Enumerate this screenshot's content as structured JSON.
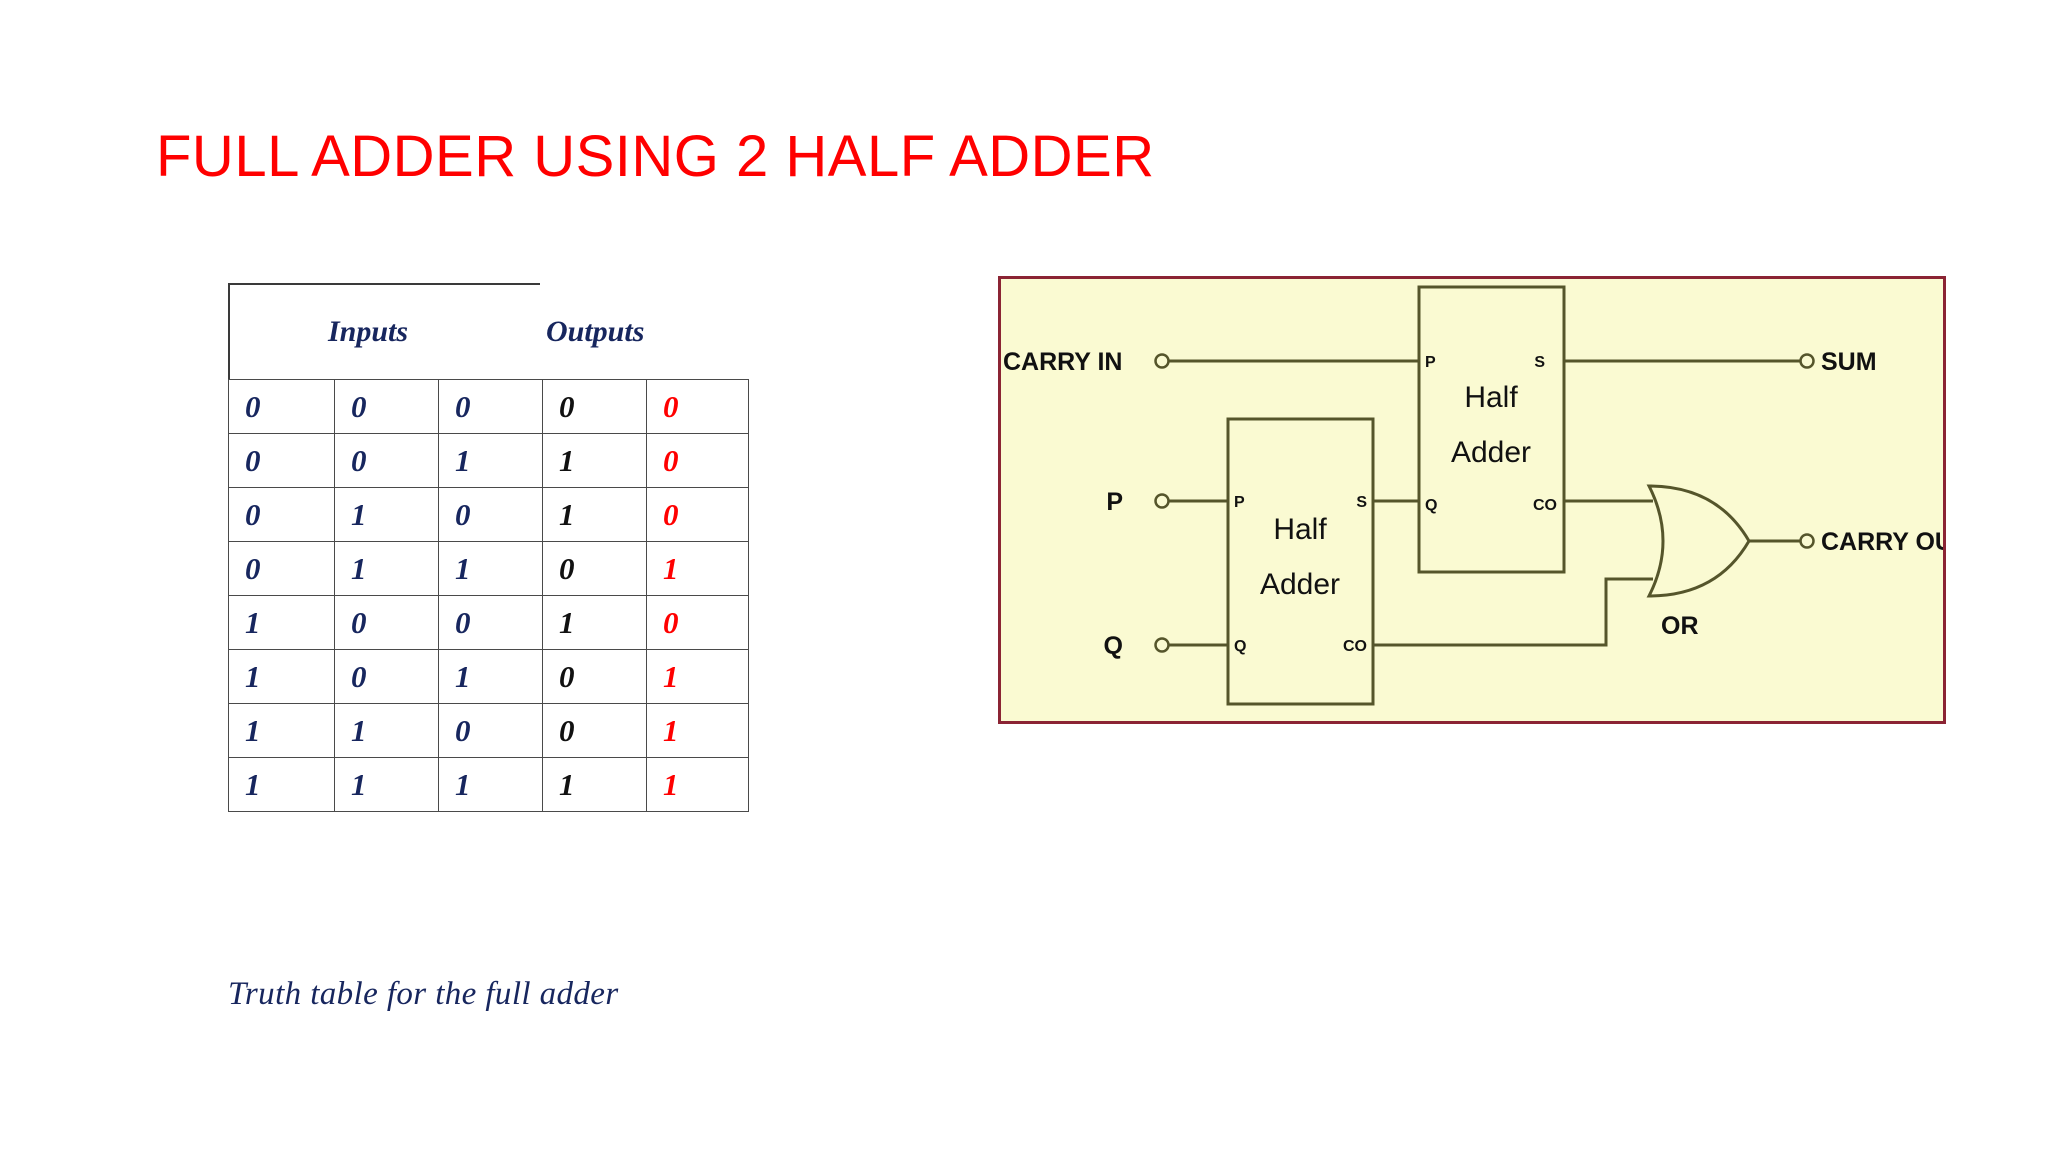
{
  "slide": {
    "title": "FULL ADDER USING 2 HALF ADDER",
    "title_color": "#FF0000",
    "background": "#FFFFFF"
  },
  "truth_table": {
    "caption": "Truth table for the full adder",
    "group_headers": [
      {
        "label": "Inputs"
      },
      {
        "label": "Outputs"
      }
    ],
    "header_color": "#17265E",
    "input_value_color": "#17265E",
    "sum_value_color": "#111111",
    "carry_value_color": "#FF0000",
    "rows": [
      {
        "c0": "0",
        "c1": "0",
        "c2": "0",
        "c3": "0",
        "c4": "0"
      },
      {
        "c0": "0",
        "c1": "0",
        "c2": "1",
        "c3": "1",
        "c4": "0"
      },
      {
        "c0": "0",
        "c1": "1",
        "c2": "0",
        "c3": "1",
        "c4": "0"
      },
      {
        "c0": "0",
        "c1": "1",
        "c2": "1",
        "c3": "0",
        "c4": "1"
      },
      {
        "c0": "1",
        "c1": "0",
        "c2": "0",
        "c3": "1",
        "c4": "0"
      },
      {
        "c0": "1",
        "c1": "0",
        "c2": "1",
        "c3": "0",
        "c4": "1"
      },
      {
        "c0": "1",
        "c1": "1",
        "c2": "0",
        "c3": "0",
        "c4": "1"
      },
      {
        "c0": "1",
        "c1": "1",
        "c2": "1",
        "c3": "1",
        "c4": "1"
      }
    ]
  },
  "circuit": {
    "background": "#FAFAD2",
    "border_color": "#8B2434",
    "wire_color": "#55552B",
    "labels": {
      "carry_in": "CARRY IN",
      "p_input": "P",
      "q_input": "Q",
      "sum_output": "SUM",
      "carry_out": "CARRY OUT",
      "or_gate": "OR"
    },
    "blocks": [
      {
        "name": "half-adder-top",
        "line1": "Half",
        "line2": "Adder",
        "pin_p": "P",
        "pin_q": "Q",
        "pin_s": "S",
        "pin_co": "CO"
      },
      {
        "name": "half-adder-bottom",
        "line1": "Half",
        "line2": "Adder",
        "pin_p": "P",
        "pin_q": "Q",
        "pin_s": "S",
        "pin_co": "CO"
      }
    ]
  }
}
